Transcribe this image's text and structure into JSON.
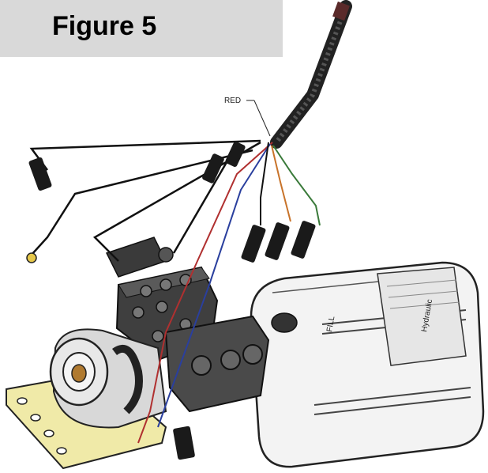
{
  "figure": {
    "label": "Figure 5"
  },
  "callouts": {
    "wire_red": "RED"
  },
  "unit_labels": {
    "brand": "Hydraulic",
    "side_tag": "FILL"
  },
  "colors": {
    "tank": "#f3f3f3",
    "metal": "#4a4a4a",
    "plate": "#f0eaa8",
    "wire_red": "#b03030",
    "wire_blue": "#2a3f9e",
    "wire_green": "#3a7a3a",
    "wire_black": "#111111",
    "wire_orange": "#c8732a"
  }
}
